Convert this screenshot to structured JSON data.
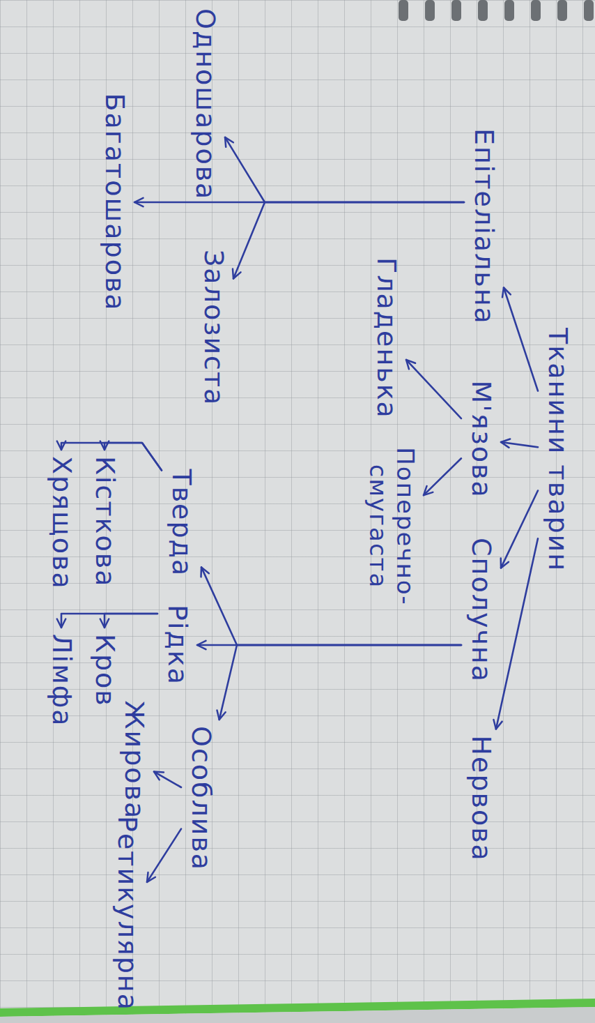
{
  "diagram": {
    "nodes": [
      {
        "text": [
          "Тканини тварин"
        ]
      },
      {
        "text": [
          "Епітеліальна"
        ]
      },
      {
        "text": [
          "М'язова"
        ]
      },
      {
        "text": [
          "Сполучна"
        ]
      },
      {
        "text": [
          "Нервова"
        ]
      },
      {
        "text": [
          "Одношарова"
        ]
      },
      {
        "text": [
          "Залозиста"
        ]
      },
      {
        "text": [
          "Багатошарова"
        ]
      },
      {
        "text": [
          "Гладенька"
        ]
      },
      {
        "text": [
          "Поперечно-смугаста"
        ]
      },
      {
        "text": [
          "Тверда"
        ]
      },
      {
        "text": [
          "Рідка"
        ]
      },
      {
        "text": [
          "Особлива"
        ]
      },
      {
        "text": [
          "Кісткова"
        ]
      },
      {
        "text": [
          "Хрящова"
        ]
      },
      {
        "text": [
          "Кров"
        ]
      },
      {
        "text": [
          "Лімфа"
        ]
      },
      {
        "text": [
          "Жирова"
        ]
      },
      {
        "text": [
          "Ретикулярна"
        ]
      }
    ],
    "edges": [
      {
        "from": 0,
        "to": 1,
        "arrow": "to"
      },
      {
        "from": 0,
        "to": 2,
        "arrow": "to"
      },
      {
        "from": 0,
        "to": 3,
        "arrow": "to"
      },
      {
        "from": 0,
        "to": 4,
        "arrow": "to"
      },
      {
        "from": 1,
        "to": 5,
        "arrow": "to"
      },
      {
        "from": 1,
        "to": 6,
        "arrow": "to"
      },
      {
        "from": 1,
        "to": 7,
        "arrow": "to"
      },
      {
        "from": 2,
        "to": 8,
        "arrow": "to"
      },
      {
        "from": 2,
        "to": 9,
        "arrow": "to"
      },
      {
        "from": 3,
        "to": 10,
        "arrow": "to"
      },
      {
        "from": 3,
        "to": 11,
        "arrow": "to"
      },
      {
        "from": 3,
        "to": 12,
        "arrow": "to"
      },
      {
        "from": 10,
        "to": 13,
        "arrow": "to"
      },
      {
        "from": 10,
        "to": 14,
        "arrow": "to"
      },
      {
        "from": 11,
        "to": 15,
        "arrow": "to"
      },
      {
        "from": 11,
        "to": 16,
        "arrow": "to"
      },
      {
        "from": 12,
        "to": 17,
        "arrow": "to"
      },
      {
        "from": 12,
        "to": 18,
        "arrow": "to"
      }
    ]
  }
}
